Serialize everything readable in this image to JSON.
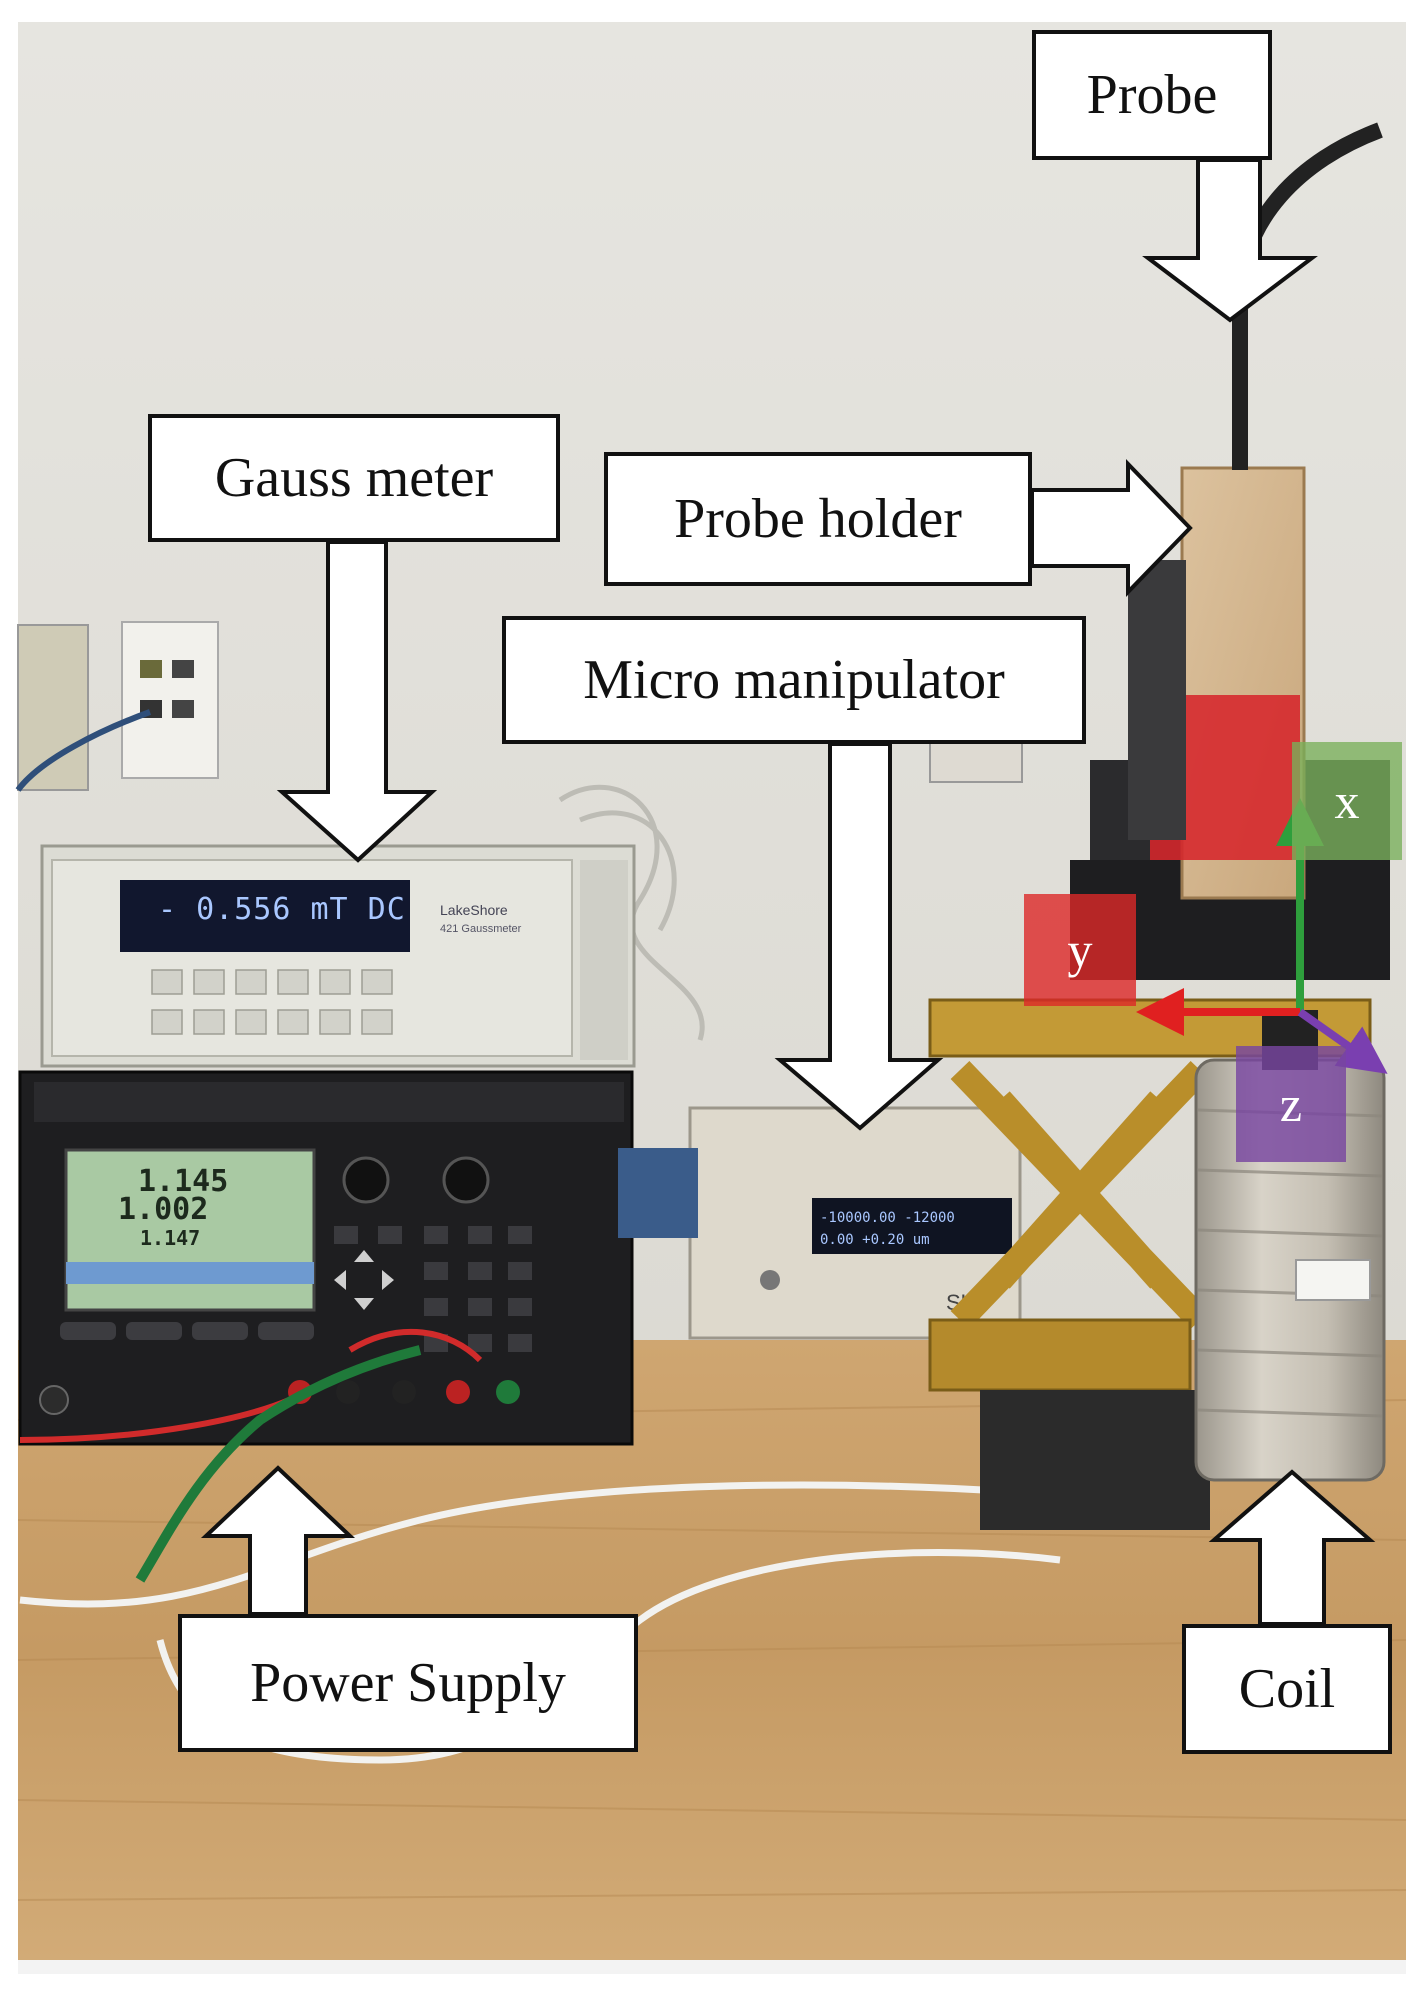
{
  "labels": {
    "probe": "Probe",
    "gauss_meter": "Gauss meter",
    "probe_holder": "Probe holder",
    "micro_manipulator": "Micro manipulator",
    "power_supply": "Power Supply",
    "coil": "Coil"
  },
  "axes": {
    "x": "x",
    "y": "y",
    "z": "z"
  },
  "gauss_meter_display": "- 0.556 mT DC",
  "power_supply_display": {
    "line1": "1.145",
    "line2": "1.002",
    "line3": "1.147"
  },
  "colors": {
    "wall": "#e3e1dc",
    "desk": "#c9a06a",
    "axis_x": "#2e9e3c",
    "axis_y": "#e02020",
    "axis_z": "#7a3fb0"
  }
}
